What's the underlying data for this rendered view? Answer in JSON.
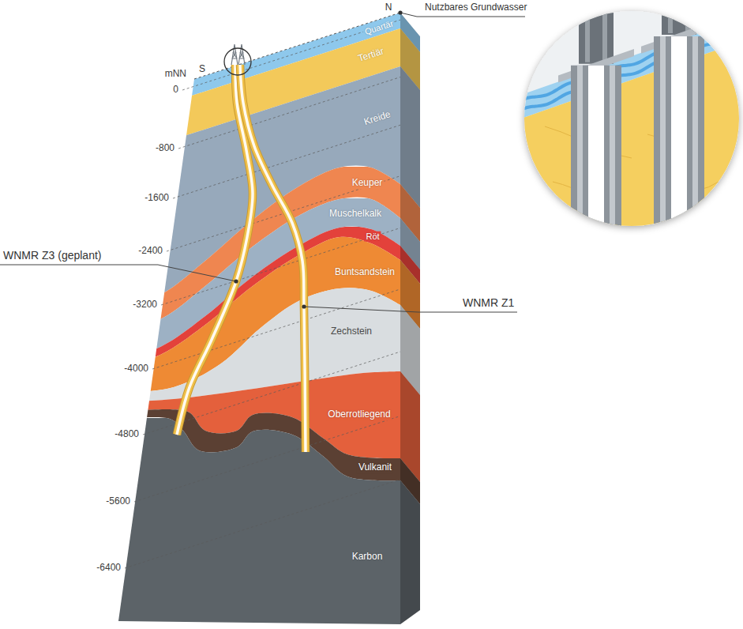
{
  "diagram": {
    "nodes": [
      {
        "text": [
          "Quartär"
        ]
      },
      {
        "text": [
          "Tertiär"
        ]
      },
      {
        "text": [
          "Kreide"
        ]
      },
      {
        "text": [
          "Keuper"
        ]
      },
      {
        "text": [
          "Muschelkalk"
        ]
      },
      {
        "text": [
          "Röt"
        ]
      },
      {
        "text": [
          "Buntsandstein"
        ]
      },
      {
        "text": [
          "Zechstein"
        ]
      },
      {
        "text": [
          "Oberrotliegend"
        ]
      },
      {
        "text": [
          "Vulkanit"
        ]
      },
      {
        "text": [
          "Karbon"
        ]
      }
    ],
    "labels": [
      "Nutzbares Grundwasser",
      "N",
      "S",
      "mNN",
      "0",
      "-800",
      "-1600",
      "-2400",
      "-3200",
      "-4000",
      "-4800",
      "-5600",
      "-6400",
      "WNMR Z3 (geplant)",
      "WNMR Z1"
    ]
  }
}
